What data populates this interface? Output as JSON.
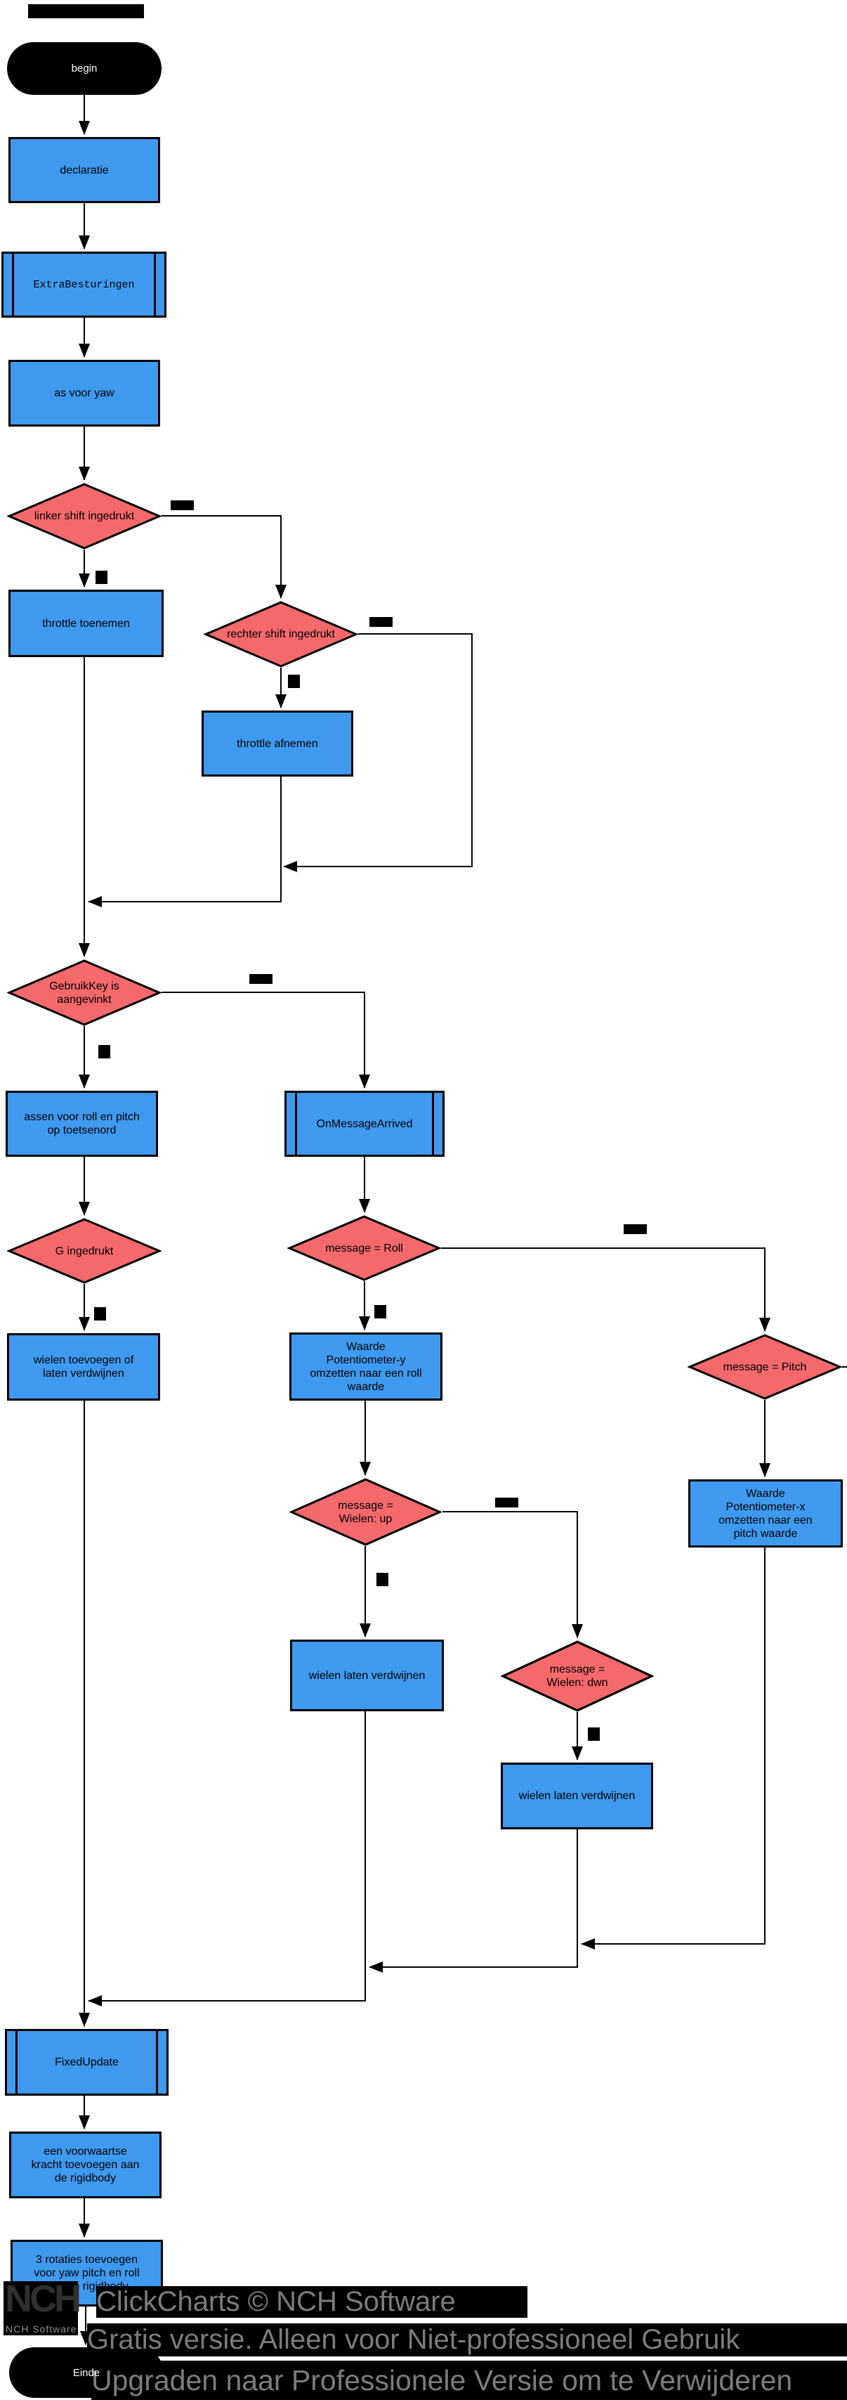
{
  "app": "ClickCharts flowchart (gratis versie)",
  "colors": {
    "process_fill": "#3f99ee",
    "decision_fill": "#f4696b",
    "terminal_fill": "#000000",
    "line": "#000000",
    "watermark_text": "#7c7c7c",
    "watermark_bg": "#000000"
  },
  "nodes": {
    "begin": "begin",
    "declaratie": "declaratie",
    "extra_besturingen": "ExtraBesturingen",
    "as_voor_yaw": "as voor yaw",
    "linker_shift": "linker shift ingedrukt",
    "throttle_toenemen": "throttle toenemen",
    "rechter_shift": "rechter shift ingedrukt",
    "throttle_afnemen": "throttle afnemen",
    "gebruikkey": "GebruikKey is\naangevinkt",
    "assen": "assen voor roll en pitch\nop toetsenord",
    "on_message_arrived": "OnMessageArrived",
    "g_ingedrukt": "G ingedrukt",
    "message_roll": "message = Roll",
    "message_pitch": "message = Pitch",
    "wielen_toevoegen": "wielen toevoegen of\nlaten verdwijnen",
    "waarde_y": "Waarde\nPotentiometer-y\nomzetten naar een roll\nwaarde",
    "waarde_x": "Waarde\nPotentiometer-x\nomzetten naar een\npitch waarde",
    "wielen_up": "message =\nWielen: up",
    "wielen_verdwijnen_1": "wielen laten verdwijnen",
    "wielen_dwn": "message =\nWielen: dwn",
    "wielen_verdwijnen_2": "wielen laten verdwijnen",
    "fixed_update": "FixedUpdate",
    "voorwaartse": "een voorwaartse\nkracht toevoegen aan\nde rigidbody",
    "rotaties": "3 rotaties toevoegen\nvoor yaw pitch en roll\naan de rigidbody",
    "einde": "Einde"
  },
  "watermark": {
    "line1": "ClickCharts © NCH Software",
    "line2": "Gratis versie. Alleen voor Niet-professioneel Gebruik",
    "line3": "Upgraden naar Professionele Versie om te Verwijderen",
    "logo": "NCH",
    "logo_sub": "NCH Software"
  }
}
